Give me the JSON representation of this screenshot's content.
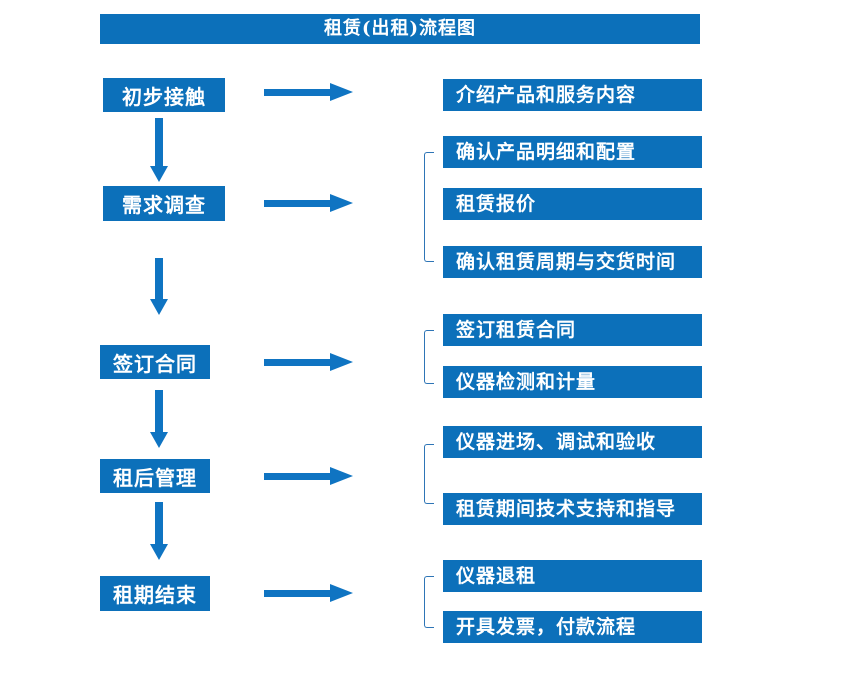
{
  "title": "租赁(出租)流程图",
  "colors": {
    "box_blue": "#0c70ba",
    "arrow_blue": "#0f74c2",
    "bracket_blue": "#2e75b6",
    "text_color": "#ffffff",
    "background": "#ffffff"
  },
  "flow": [
    {
      "step": "初步接触",
      "outputs": [
        "介绍产品和服务内容"
      ]
    },
    {
      "step": "需求调查",
      "outputs": [
        "确认产品明细和配置",
        "租赁报价",
        "确认租赁周期与交货时间"
      ]
    },
    {
      "step": "签订合同",
      "outputs": [
        "签订租赁合同",
        "仪器检测和计量"
      ]
    },
    {
      "step": "租后管理",
      "outputs": [
        "仪器进场、调试和验收",
        "租赁期间技术支持和指导"
      ]
    },
    {
      "step": "租期结束",
      "outputs": [
        "仪器退租",
        "开具发票，付款流程"
      ]
    }
  ]
}
